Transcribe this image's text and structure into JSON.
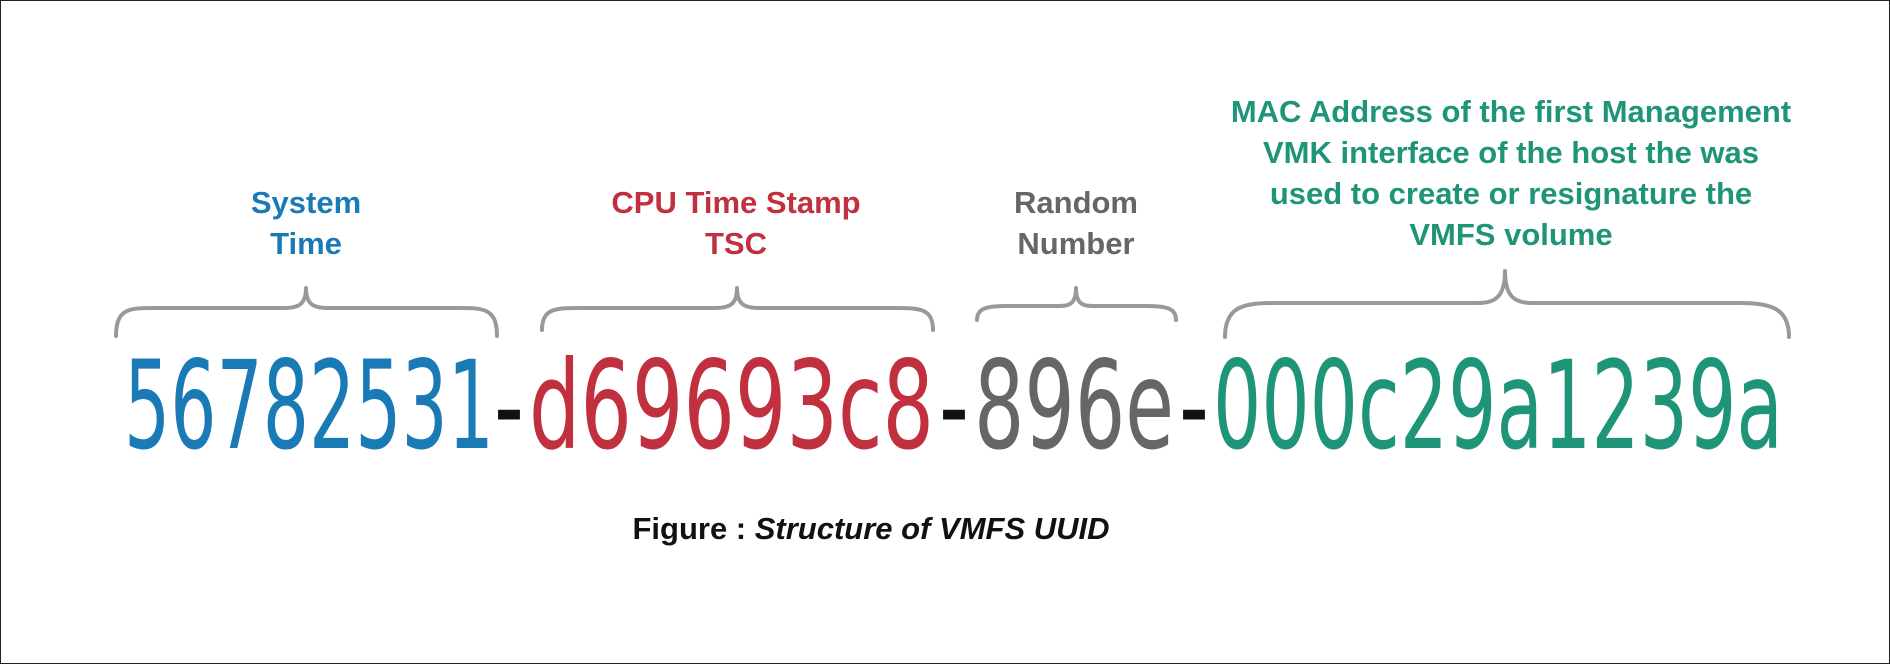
{
  "figure": {
    "segments": [
      {
        "label": "System\nTime",
        "value": "56782531",
        "color": "#1a7ab5"
      },
      {
        "label": "CPU Time Stamp\nTSC",
        "value": "d69693c8",
        "color": "#c1303e"
      },
      {
        "label": "Random\nNumber",
        "value": "896e",
        "color": "#666666"
      },
      {
        "label": "MAC Address of the first Management\nVMK interface of the host the was\nused to create or resignature the\nVMFS volume",
        "value": "000c29a1239a",
        "color": "#1e9478"
      }
    ],
    "separator": "-",
    "caption_prefix": "Figure : ",
    "caption_title": "Structure of VMFS UUID",
    "brace_color": "#999999"
  }
}
